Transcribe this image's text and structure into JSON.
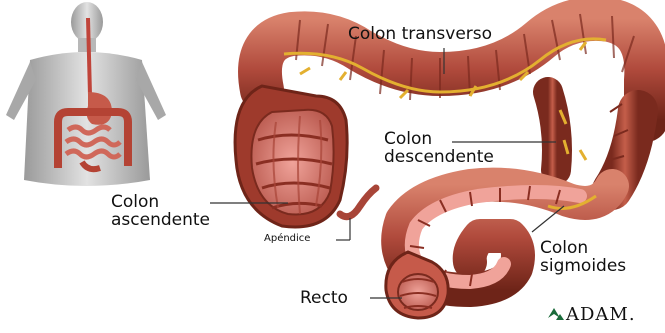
{
  "labels": {
    "transverso": "Colon transverso",
    "descendente_1": "Colon",
    "descendente_2": "descendente",
    "ascendente_1": "Colon",
    "ascendente_2": "ascendente",
    "apendice": "Apéndice",
    "sigmoides_1": "Colon",
    "sigmoides_2": "sigmoides",
    "recto": "Recto"
  },
  "brand": "ADAM.",
  "colors": {
    "colon": "#b04a3c",
    "colon_dark": "#6e2418",
    "colon_light": "#d9826c",
    "interior": "#e08a82",
    "fat": "#e3b030",
    "body": "#c9c9c9",
    "leader": "#333333"
  }
}
